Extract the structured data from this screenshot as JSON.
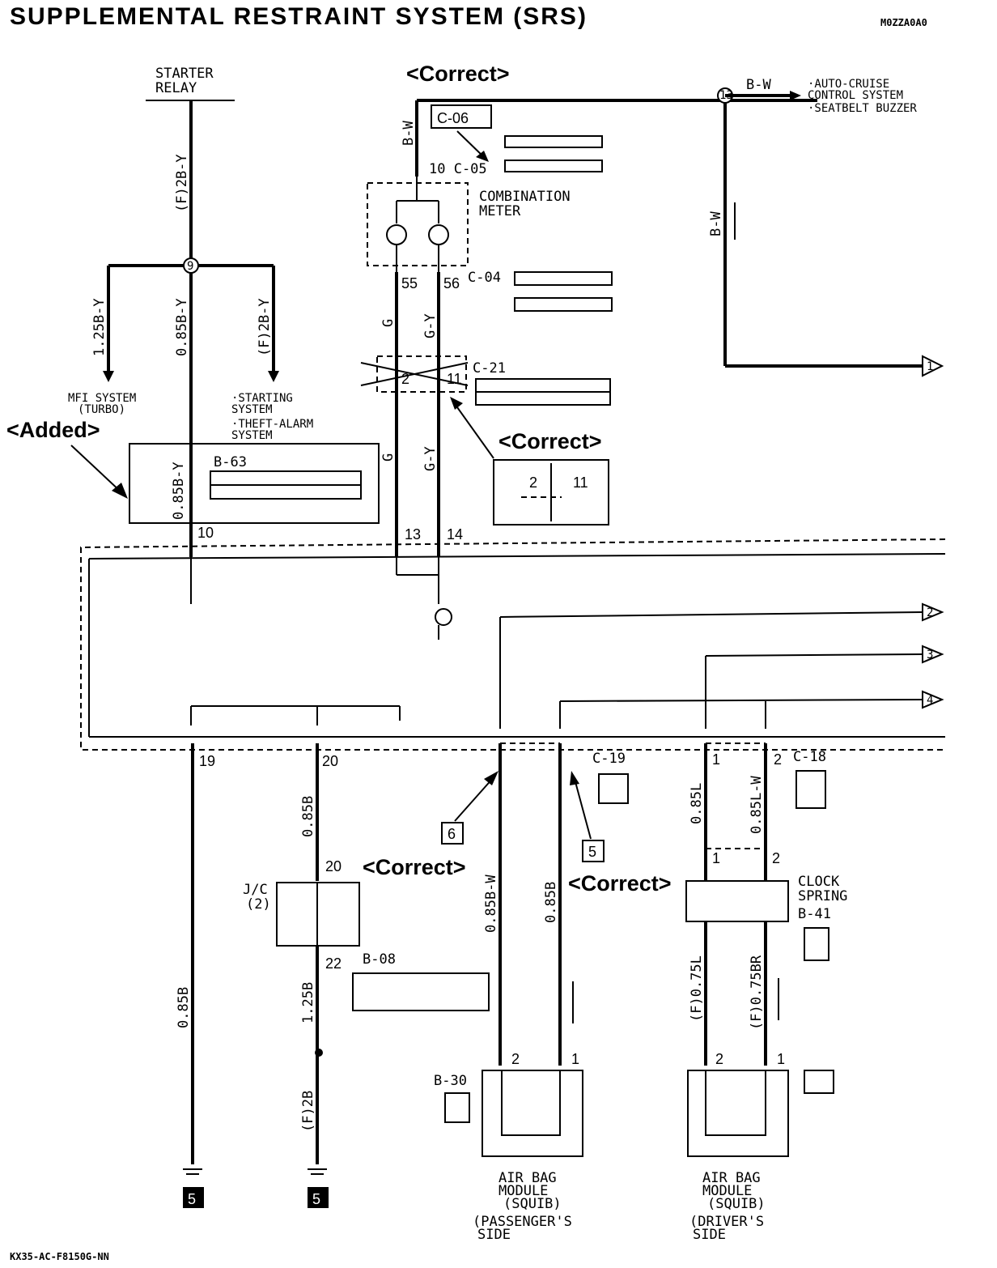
{
  "title": "SUPPLEMENTAL RESTRAINT SYSTEM (SRS)",
  "code_top": "M0ZZA0A0",
  "footer_code": "KX35-AC-F8150G-NN",
  "annotations": {
    "correct": "<Correct>",
    "added": "<Added>"
  },
  "labels": {
    "starter_relay": [
      "STARTER",
      "RELAY"
    ],
    "combination_meter": [
      "COMBINATION",
      "METER"
    ],
    "auto_cruise": [
      "·AUTO-CRUISE",
      " CONTROL SYSTEM",
      "·SEATBELT BUZZER"
    ],
    "mfi_system": [
      "MFI SYSTEM",
      "(TURBO)"
    ],
    "starting_system": [
      "·STARTING",
      " SYSTEM",
      "·THEFT-ALARM",
      " SYSTEM"
    ],
    "clock_spring": [
      "CLOCK",
      "SPRING",
      "B-41"
    ],
    "airbag_passenger": [
      "AIR BAG",
      "MODULE",
      "(SQUIB)",
      "(PASSENGER'S",
      "SIDE"
    ],
    "airbag_driver": [
      "AIR BAG",
      "MODULE",
      "(SQUIB)",
      "(DRIVER'S",
      "SIDE"
    ],
    "jc": [
      "J/C",
      "(2)"
    ]
  },
  "connectors": {
    "c06": "C-06",
    "c04": "C-04",
    "c21": "C-21",
    "b63": "B-63",
    "c19": "C-19",
    "c18": "C-18",
    "b08": "B-08",
    "b30": "B-30",
    "c06_pins": "10 C-05"
  },
  "wires": {
    "w_2by": "(F)2B-Y",
    "w_125by": "1.25B-Y",
    "w_085by": "0.85B-Y",
    "w_f2by": "(F)2B-Y",
    "w_085by_box": "0.85B-Y",
    "w_bw": "B-W",
    "w_bw2": "B-W",
    "w_bw3": "B-W",
    "w_g": "G",
    "w_gy": "G-Y",
    "w_g2": "G",
    "w_gy2": "G-Y",
    "w_085b": "0.85B",
    "w_085b_b": "0.85B",
    "w_125b": "1.25B",
    "w_f2b": "(F)2B",
    "w_085bw": "0.85B-W",
    "w_085b_c": "0.85B",
    "w_085l": "0.85L",
    "w_085lw": "0.85L-W",
    "w_f075l": "(F)0.75L",
    "w_f075br": "(F)0.75BR"
  },
  "pins": {
    "p55": "55",
    "p56": "56",
    "p10": "10",
    "p13": "13",
    "p14": "14",
    "p19": "19",
    "p20": "20",
    "p20b": "20",
    "p22": "22",
    "p2": "2",
    "p11": "11",
    "p2b": "2",
    "p11b": "11",
    "p1a": "1",
    "p2c": "2",
    "p1b": "1",
    "p2d": "2",
    "p2e": "2",
    "p1c": "1",
    "p2f": "2",
    "p1d": "1",
    "node9": "9",
    "node13": "13"
  },
  "refs": {
    "r5a": "5",
    "r6": "6",
    "r5b": "5",
    "r5c": "5",
    "arr1": "1",
    "arr2": "2",
    "arr3": "3",
    "arr4": "4"
  }
}
